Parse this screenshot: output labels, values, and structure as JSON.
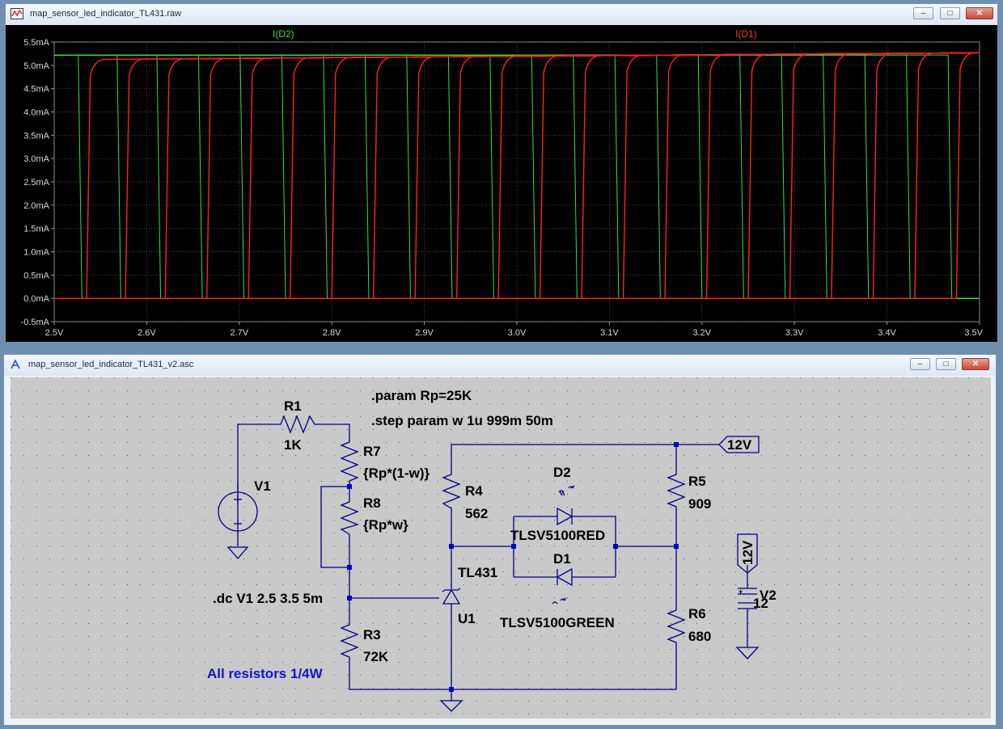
{
  "plot_window": {
    "title": "map_sensor_led_indicator_TL431.raw",
    "minimize_glyph": "–",
    "maximize_glyph": "□",
    "close_glyph": "✕"
  },
  "schematic_window": {
    "title": "map_sensor_led_indicator_TL431_v2.asc",
    "minimize_glyph": "–",
    "maximize_glyph": "□",
    "close_glyph": "✕"
  },
  "chart_data": {
    "type": "line",
    "xlabel": "",
    "ylabel": "",
    "x_ticks": [
      "2.5V",
      "2.6V",
      "2.7V",
      "2.8V",
      "2.9V",
      "3.0V",
      "3.1V",
      "3.2V",
      "3.3V",
      "3.4V",
      "3.5V"
    ],
    "y_ticks": [
      "5.5mA",
      "5.0mA",
      "4.5mA",
      "4.0mA",
      "3.5mA",
      "3.0mA",
      "2.5mA",
      "2.0mA",
      "1.5mA",
      "1.0mA",
      "0.5mA",
      "0.0mA",
      "-0.5mA"
    ],
    "xlim": [
      2.5,
      3.5
    ],
    "ylim": [
      -0.5,
      5.5
    ],
    "grid": true,
    "background": "#000000",
    "series": [
      {
        "name": "I(D2)",
        "color": "#3cdc3c",
        "on_level_mA": 5.22,
        "transition_x": [
          2.53,
          2.572,
          2.615,
          2.66,
          2.705,
          2.75,
          2.795,
          2.84,
          2.885,
          2.93,
          2.975,
          3.02,
          3.065,
          3.11,
          3.155,
          3.2,
          3.245,
          3.29,
          3.335,
          3.38,
          3.425,
          3.47
        ]
      },
      {
        "name": "I(D1)",
        "color": "#ff2020",
        "on_level_mA_start": 5.12,
        "on_level_mA_end": 5.27,
        "transition_x": [
          2.535,
          2.577,
          2.62,
          2.665,
          2.71,
          2.755,
          2.8,
          2.845,
          2.89,
          2.935,
          2.98,
          3.025,
          3.07,
          3.115,
          3.16,
          3.205,
          3.25,
          3.295,
          3.34,
          3.385,
          3.43,
          3.475
        ]
      }
    ]
  },
  "schematic": {
    "directives": {
      "param": ".param Rp=25K",
      "step": ".step param w 1u 999m 50m",
      "dc": ".dc V1 2.5 3.5 5m"
    },
    "note": "All resistors 1/4W",
    "components": {
      "r1": {
        "ref": "R1",
        "value": "1K"
      },
      "r7": {
        "ref": "R7",
        "value": "{Rp*(1-w)}"
      },
      "r8": {
        "ref": "R8",
        "value": "{Rp*w}"
      },
      "r3": {
        "ref": "R3",
        "value": "72K"
      },
      "r4": {
        "ref": "R4",
        "value": "562"
      },
      "r5": {
        "ref": "R5",
        "value": "909"
      },
      "r6": {
        "ref": "R6",
        "value": "680"
      },
      "v1": {
        "ref": "V1"
      },
      "v2": {
        "ref": "V2",
        "value": "12"
      },
      "u1": {
        "ref": "U1",
        "value": "TL431"
      },
      "d2": {
        "ref": "D2",
        "value": "TLSV5100RED"
      },
      "d1": {
        "ref": "D1",
        "value": "TLSV5100GREEN"
      }
    },
    "net_labels": {
      "top": "12V",
      "v2": "12V"
    },
    "plus_sign": "+"
  }
}
